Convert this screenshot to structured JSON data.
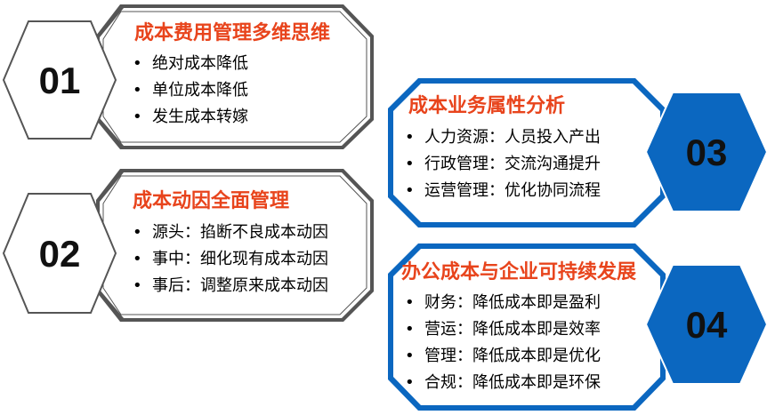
{
  "colors": {
    "title": "#e8441c",
    "blue": "#0b67c0",
    "gray_border": "#555555"
  },
  "cards": [
    {
      "number": "01",
      "title": "成本费用管理多维思维",
      "items": [
        "绝对成本降低",
        "单位成本降低",
        "发生成本转嫁"
      ]
    },
    {
      "number": "02",
      "title": "成本动因全面管理",
      "items": [
        "源头：掐断不良成本动因",
        "事中：细化现有成本动因",
        "事后：调整原来成本动因"
      ]
    },
    {
      "number": "03",
      "title": "成本业务属性分析",
      "items": [
        "人力资源：人员投入产出",
        "行政管理：交流沟通提升",
        "运营管理：优化协同流程"
      ]
    },
    {
      "number": "04",
      "title": "办公成本与企业可持续发展",
      "items": [
        "财务：降低成本即是盈利",
        "营运：降低成本即是效率",
        "管理：降低成本即是优化",
        "合规：降低成本即是环保"
      ]
    }
  ]
}
